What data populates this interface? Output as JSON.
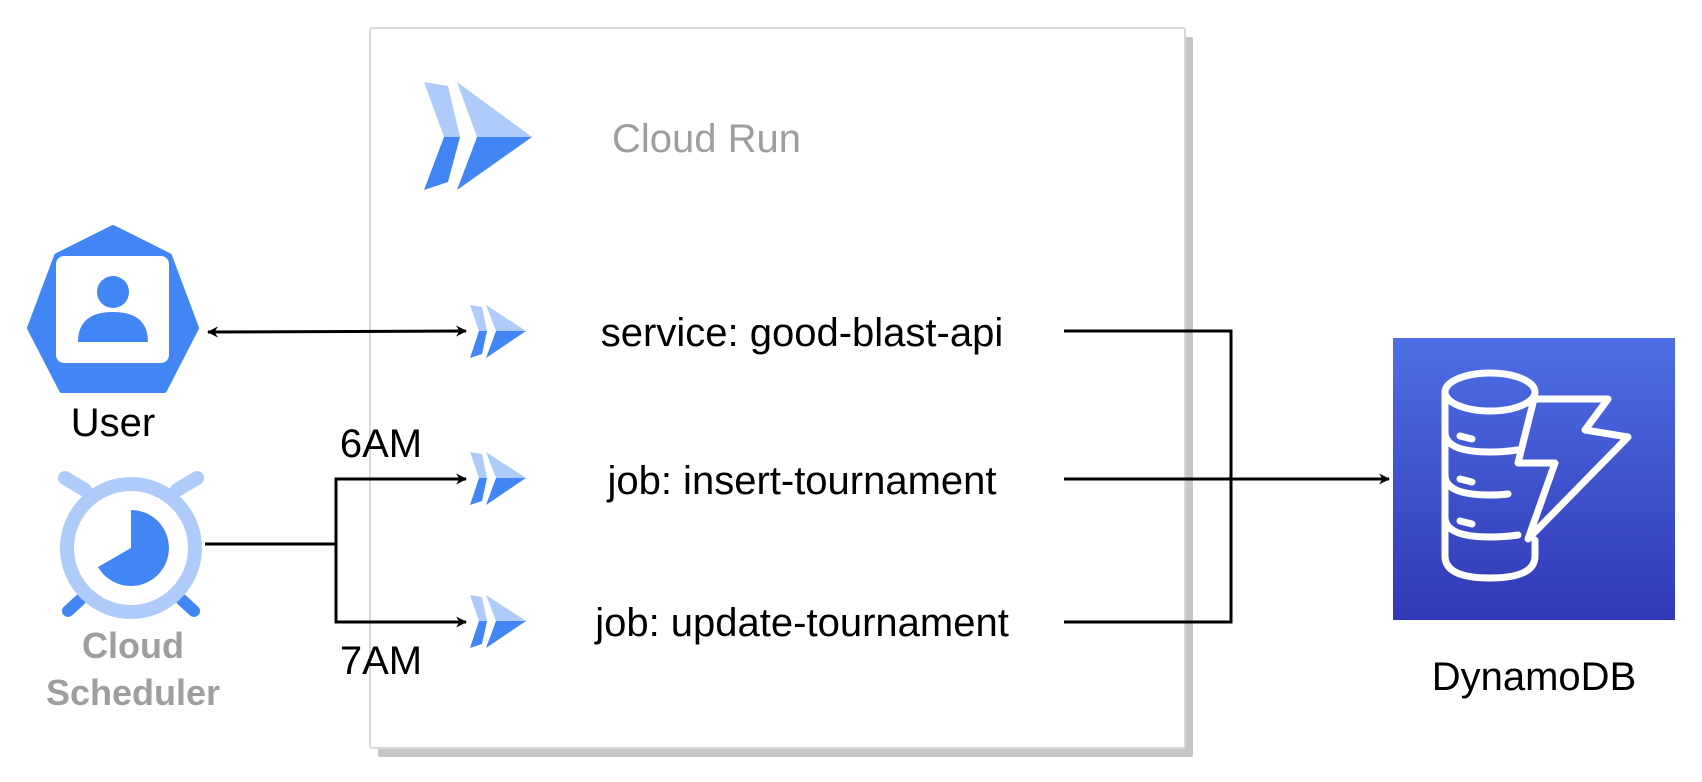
{
  "container": {
    "title": "Cloud Run",
    "icon": "cloud-run-icon"
  },
  "nodes": {
    "user": {
      "label": "User",
      "icon": "gke-user-icon"
    },
    "scheduler": {
      "label_line1": "Cloud",
      "label_line2": "Scheduler",
      "icon": "alarm-clock-icon"
    },
    "service_api": {
      "label": "service: good-blast-api",
      "icon": "cloud-run-small-icon"
    },
    "job_insert": {
      "label": "job: insert-tournament",
      "icon": "cloud-run-small-icon"
    },
    "job_update": {
      "label": "job: update-tournament",
      "icon": "cloud-run-small-icon"
    },
    "dynamodb": {
      "label": "DynamoDB",
      "icon": "dynamodb-icon"
    }
  },
  "edges": {
    "six_am": "6AM",
    "seven_am": "7AM"
  },
  "colors": {
    "google_blue": "#4285f4",
    "google_blue_light": "#aecbfa",
    "dynamo_top": "#4d6fe6",
    "dynamo_bottom": "#3138b5",
    "container_border": "#d9d9d9",
    "container_shadow": "#c6c6c6"
  }
}
